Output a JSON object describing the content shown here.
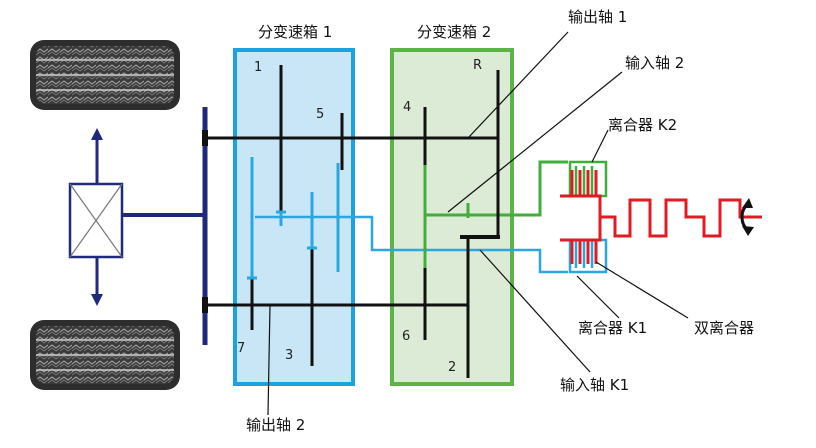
{
  "labels": {
    "gearbox1": "分变速箱 1",
    "gearbox2": "分变速箱 2",
    "output_shaft_1": "输出轴 1",
    "input_shaft_2": "输入轴 2",
    "clutch_k2": "离合器 K2",
    "clutch_k1": "离合器 K1",
    "dual_clutch": "双离合器",
    "input_shaft_k1": "输入轴 K1",
    "output_shaft_2": "输出轴 2"
  },
  "gear_numbers": {
    "g1": "1",
    "g2": "2",
    "g3": "3",
    "g4": "4",
    "g5": "5",
    "g6": "6",
    "g7": "7",
    "gR": "R"
  },
  "colors": {
    "gearbox1_fill": "#c9e6f7",
    "gearbox1_border": "#1aa3e0",
    "gearbox2_fill": "#dcebd6",
    "gearbox2_border": "#5cb346",
    "shaft_dark": "#111111",
    "axle_navy": "#1f2a7a",
    "input_green": "#3fae3a",
    "input_blue": "#2aa6e0",
    "engine_red": "#e01b24"
  }
}
